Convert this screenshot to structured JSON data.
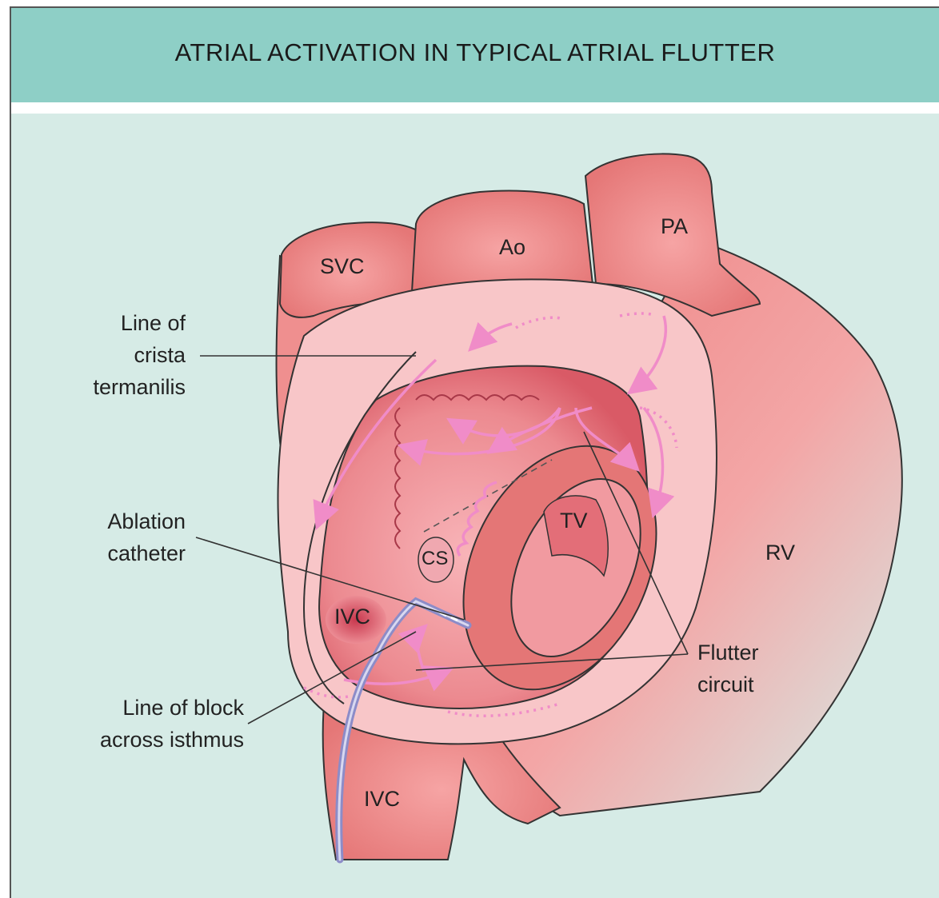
{
  "title": "ATRIAL ACTIVATION IN TYPICAL ATRIAL FLUTTER",
  "structures": {
    "svc": "SVC",
    "ao": "Ao",
    "pa": "PA",
    "rv": "RV",
    "tv": "TV",
    "cs": "CS",
    "ivc_inner": "IVC",
    "ivc_outer": "IVC"
  },
  "callouts": {
    "crista": [
      "Line of",
      "crista",
      "termanilis"
    ],
    "ablation": [
      "Ablation",
      "catheter"
    ],
    "block": [
      "Line of block",
      "across isthmus"
    ],
    "flutter": [
      "Flutter",
      "circuit"
    ]
  },
  "colors": {
    "header": "#8ecfc6",
    "background": "#d6ebe6",
    "tissue": "#f3a0a0",
    "tissue_dark": "#e47676",
    "atrium_rim": "#f8c2c4",
    "arrow": "#f2a0cf",
    "catheter": "#8c8cc8"
  }
}
